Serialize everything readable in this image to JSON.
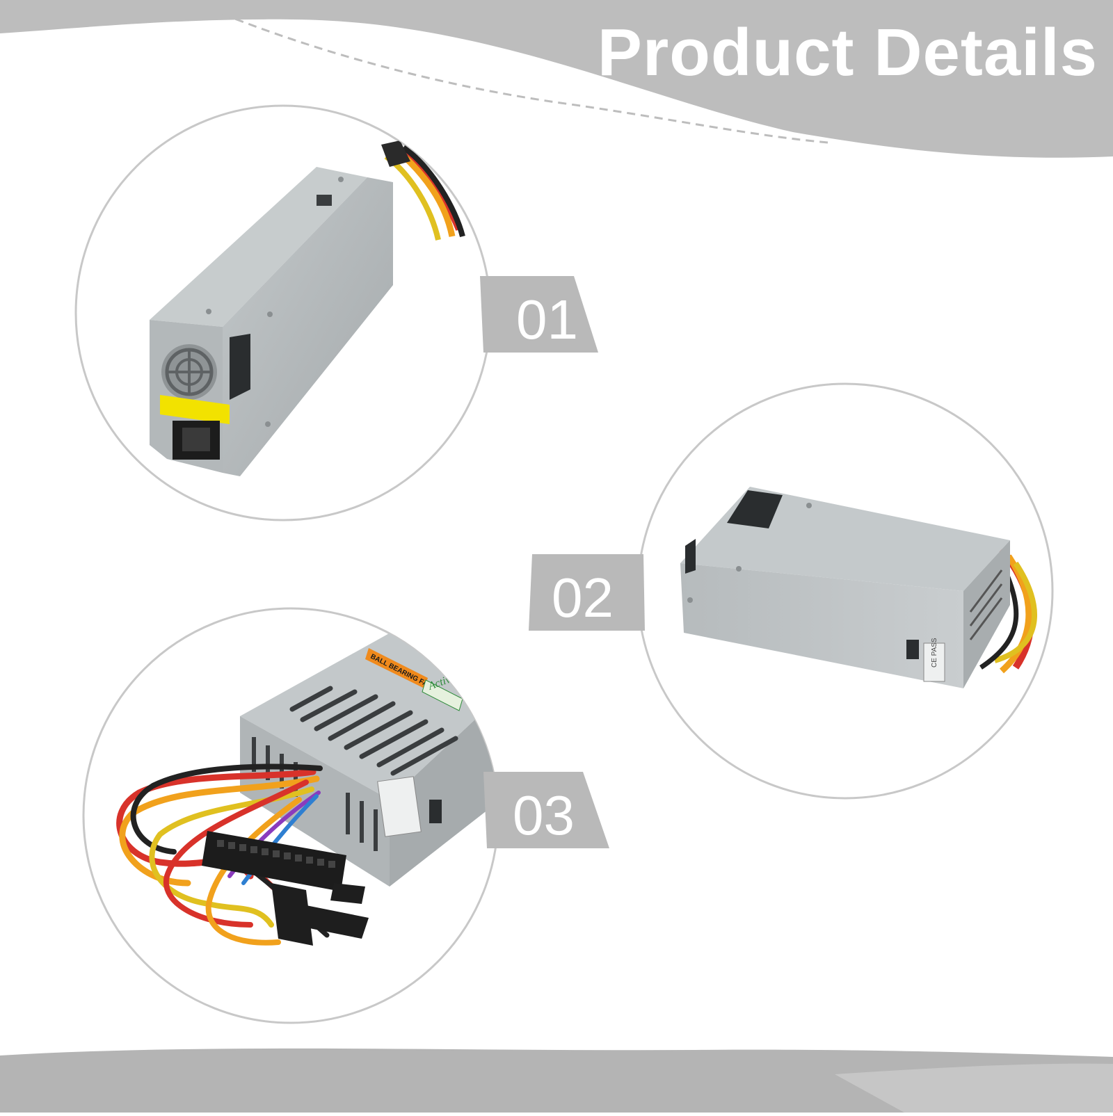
{
  "header": {
    "title": "Product Details"
  },
  "details": [
    {
      "number": "01",
      "label_text": ""
    },
    {
      "number": "02",
      "label_text": "CE PASS"
    },
    {
      "number": "03",
      "label_text": "BALL BEARING FAN",
      "badge_text": "Active"
    }
  ],
  "colors": {
    "banner": "#bdbdbd",
    "circle_stroke": "#c8c8c8",
    "number_tab": "#b9b9b9",
    "case_metal": "#aeb3b5",
    "warning_label": "#f2e200"
  }
}
